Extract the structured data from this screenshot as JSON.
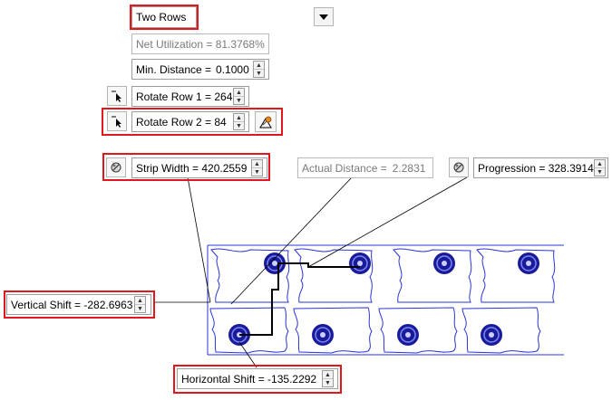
{
  "layout_select": {
    "value": "Two Rows"
  },
  "net_utilization": {
    "label": "Net Utilization = 81.3768%"
  },
  "min_distance": {
    "label": "Min. Distance =",
    "value": "0.1000"
  },
  "rotate_row_1": {
    "label": "Rotate Row 1 = 264"
  },
  "rotate_row_2": {
    "label": "Rotate Row 2 = 84"
  },
  "strip_width": {
    "label": "Strip Width = 420.2559"
  },
  "actual_distance": {
    "label": "Actual Distance =",
    "value": "2.2831"
  },
  "progression": {
    "label": "Progression = 328.3914"
  },
  "vertical_shift": {
    "label": "Vertical Shift = -282.6963"
  },
  "horizontal_shift": {
    "label": "Horizontal Shift = -135.2292"
  },
  "colors": {
    "highlight": "#e3161b",
    "part_outline": "#2a35d8",
    "part_hole": "#1a1a9a"
  },
  "icons": {
    "pick": "cursor-pick-icon",
    "measure": "measure-icon",
    "fix": "pushpin-icon"
  }
}
